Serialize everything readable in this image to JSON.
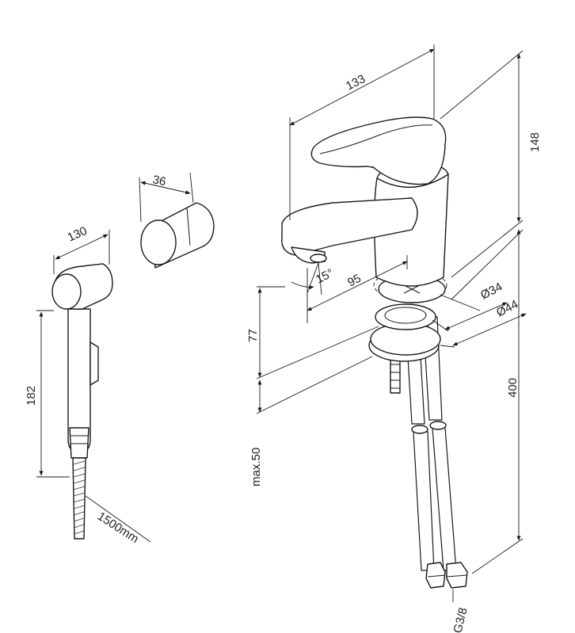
{
  "dimensions": {
    "faucet_width": "133",
    "faucet_height": "148",
    "spout_reach": "95",
    "spout_angle": "15°",
    "spout_height": "77",
    "mount_diameter_inner": "Ø34",
    "mount_diameter_outer": "Ø44",
    "hose_length": "400",
    "countertop_thickness": "max.50",
    "connection_thread": "G3/8",
    "holder_diameter": "36",
    "shower_head_width": "130",
    "shower_height": "182",
    "shower_hose_length": "1500mm"
  },
  "colors": {
    "line": "#1a1a1a",
    "background": "#ffffff"
  }
}
